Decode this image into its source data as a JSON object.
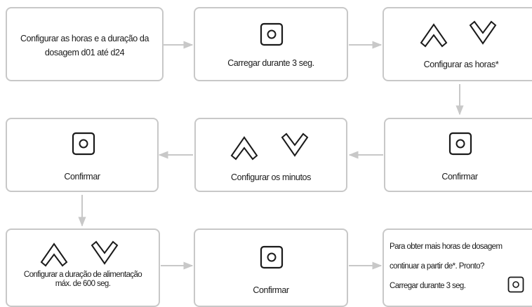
{
  "diagram": {
    "steps": [
      {
        "id": "s1",
        "lines": [
          "Configurar as horas e a duração da",
          "dosagem d01 até d24"
        ]
      },
      {
        "id": "s2",
        "label": "Carregar durante 3 seg.",
        "icon": "square-button-icon"
      },
      {
        "id": "s3",
        "label": "Configurar as horas*",
        "icons": [
          "chevron-up-icon",
          "chevron-down-icon"
        ]
      },
      {
        "id": "s4",
        "label": "Confirmar",
        "icon": "square-button-icon"
      },
      {
        "id": "s5",
        "label": "Configurar os minutos",
        "icons": [
          "chevron-up-icon",
          "chevron-down-icon"
        ]
      },
      {
        "id": "s6",
        "label": "Confirmar",
        "icon": "square-button-icon"
      },
      {
        "id": "s7",
        "lines": [
          "Configurar a duração de alimentação",
          "máx. de 600 seg."
        ],
        "icons": [
          "chevron-up-icon",
          "chevron-down-icon"
        ]
      },
      {
        "id": "s8",
        "label": "Confirmar",
        "icon": "square-button-icon"
      },
      {
        "id": "s9",
        "lines": [
          "Para obter mais horas de dosagem",
          "continuar a partir de*. Pronto?",
          "Carregar durante 3 seg."
        ],
        "icon": "square-button-icon"
      }
    ],
    "connector_color": "#c8c8c8",
    "border_color": "#c8c8c8"
  }
}
